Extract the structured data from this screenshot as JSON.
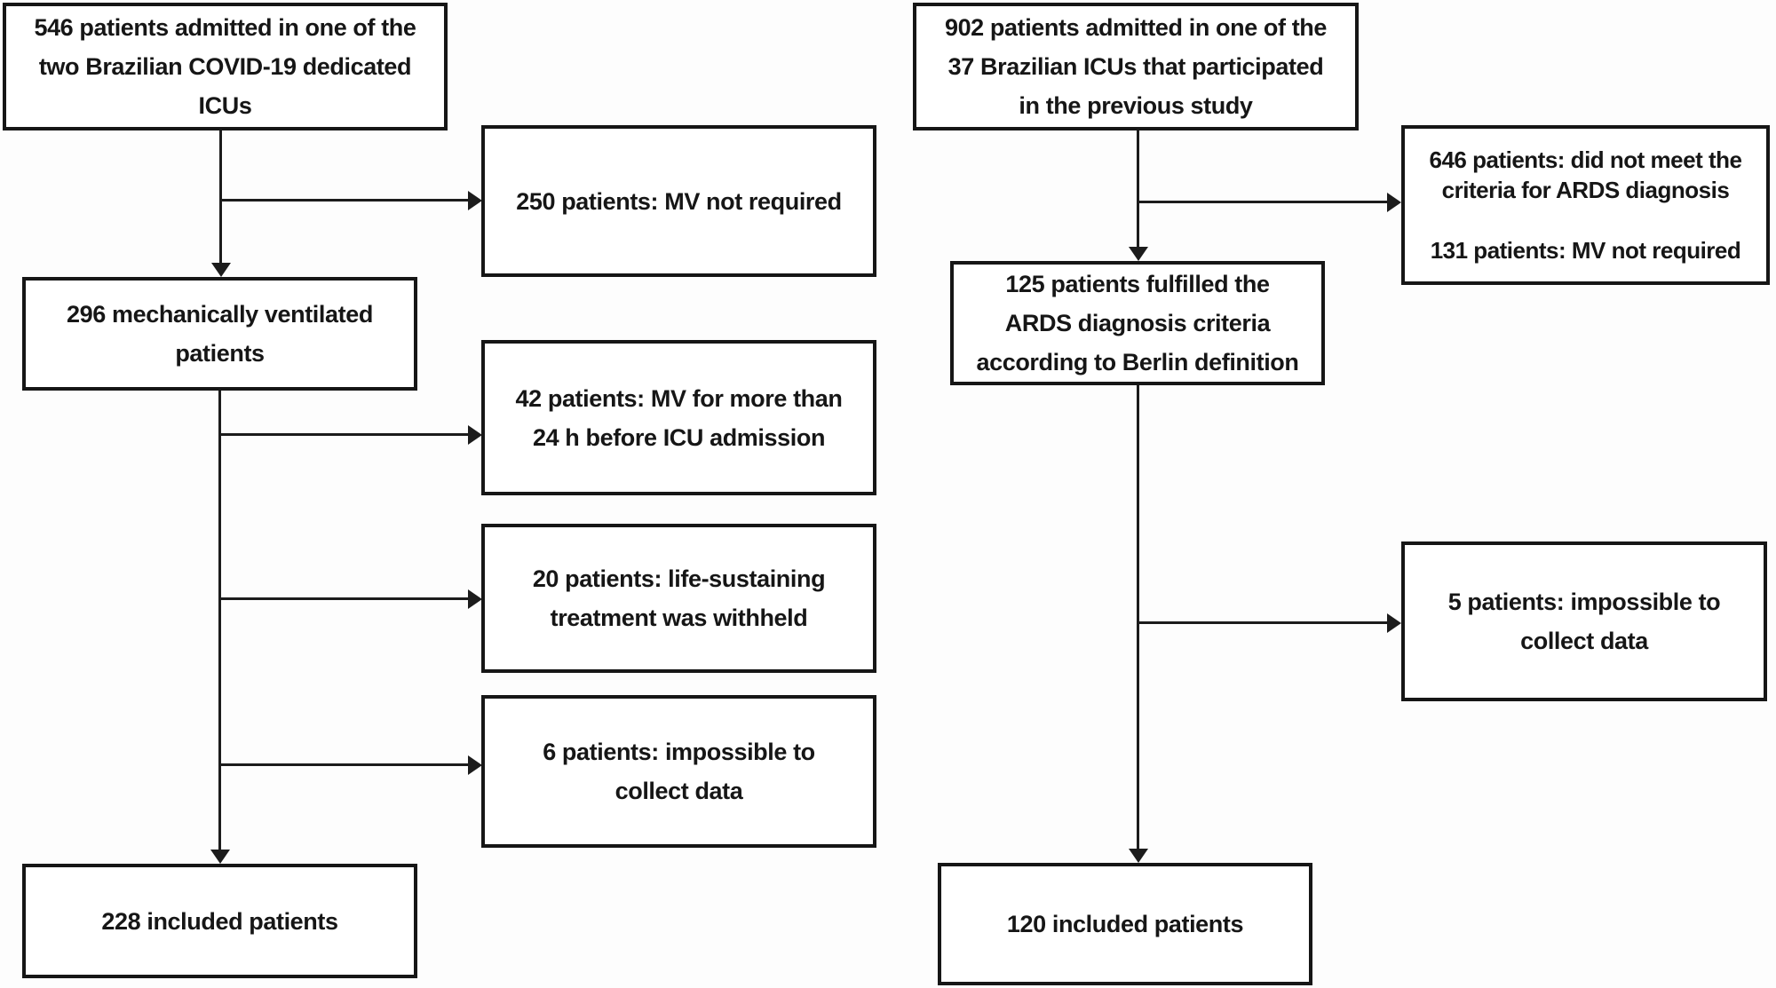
{
  "colors": {
    "ink": "#161616",
    "line": "#1c1c1c",
    "background": "#fdfdfd",
    "box_background": "#ffffff"
  },
  "left_flow": {
    "admitted": "546 patients admitted in one of the\ntwo Brazilian COVID-19 dedicated\nICUs",
    "mv_not_required": "250 patients: MV not required",
    "ventilated": "296 mechanically ventilated\npatients",
    "mv_before_icu": "42 patients: MV for more than\n24 h before ICU admission",
    "life_sustaining": "20 patients: life-sustaining\ntreatment was withheld",
    "impossible_collect": "6 patients: impossible to\ncollect data",
    "included": "228 included patients"
  },
  "right_flow": {
    "admitted": "902 patients admitted in one of the\n37 Brazilian ICUs that participated\nin the previous study",
    "excluded": "646 patients: did not meet the\ncriteria for ARDS diagnosis\n\n131 patients: MV not required",
    "ards_criteria": "125 patients fulfilled the\nARDS diagnosis criteria\naccording to Berlin definition",
    "impossible_collect": "5 patients: impossible to\ncollect data",
    "included": "120 included patients"
  }
}
